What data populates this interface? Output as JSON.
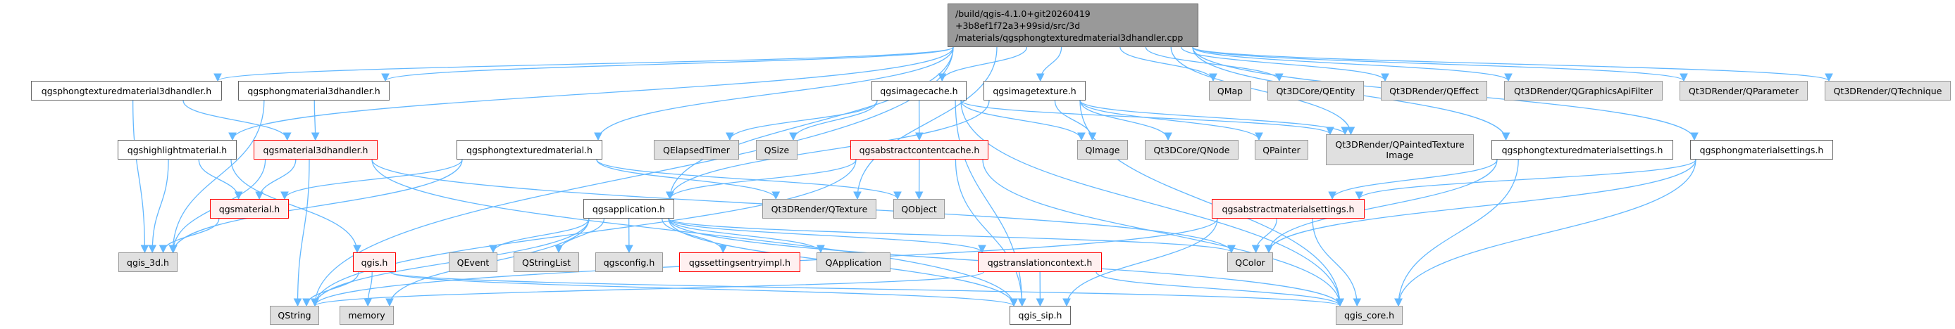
{
  "colors": {
    "edge": "#63b8ff",
    "root_fill": "#999999",
    "external_fill": "#e0e0e0",
    "documented_fill": "#ffffff",
    "incomplete_fill": "#fff0f0",
    "incomplete_border": "#ff0000"
  },
  "nodes": {
    "root": {
      "label": "/build/qgis-4.1.0+git20260419\n+3b8ef1f72a3+99sid/src/3d\n/materials/qgsphongtexturedmaterial3dhandler.cpp",
      "kind": "root"
    },
    "ptm3dh": {
      "label": "qgsphongtexturedmaterial3dhandler.h",
      "kind": "white"
    },
    "pm3dh": {
      "label": "qgsphongmaterial3dhandler.h",
      "kind": "white"
    },
    "imagecache": {
      "label": "qgsimagecache.h",
      "kind": "white"
    },
    "imagetexture": {
      "label": "qgsimagetexture.h",
      "kind": "white"
    },
    "qmap": {
      "label": "QMap",
      "kind": "gray"
    },
    "qentity": {
      "label": "Qt3DCore/QEntity",
      "kind": "gray"
    },
    "qeffect": {
      "label": "Qt3DRender/QEffect",
      "kind": "gray"
    },
    "qgfxfilter": {
      "label": "Qt3DRender/QGraphicsApiFilter",
      "kind": "gray"
    },
    "qparameter": {
      "label": "Qt3DRender/QParameter",
      "kind": "gray"
    },
    "qtechnique": {
      "label": "Qt3DRender/QTechnique",
      "kind": "gray"
    },
    "highlight": {
      "label": "qgshighlightmaterial.h",
      "kind": "white"
    },
    "material3dh": {
      "label": "qgsmaterial3dhandler.h",
      "kind": "red"
    },
    "ptmaterial": {
      "label": "qgsphongtexturedmaterial.h",
      "kind": "white"
    },
    "qelapsed": {
      "label": "QElapsedTimer",
      "kind": "gray"
    },
    "qsize": {
      "label": "QSize",
      "kind": "gray"
    },
    "abscontentcache": {
      "label": "qgsabstractcontentcache.h",
      "kind": "red"
    },
    "qimage": {
      "label": "QImage",
      "kind": "gray"
    },
    "qnode": {
      "label": "Qt3DCore/QNode",
      "kind": "gray"
    },
    "qpainter": {
      "label": "QPainter",
      "kind": "gray"
    },
    "qpainted": {
      "label": "Qt3DRender/QPaintedTexture\nImage",
      "kind": "gray"
    },
    "ptmsettings": {
      "label": "qgsphongtexturedmaterialsettings.h",
      "kind": "white"
    },
    "pmsettings": {
      "label": "qgsphongmaterialsettings.h",
      "kind": "white"
    },
    "material": {
      "label": "qgsmaterial.h",
      "kind": "red"
    },
    "application": {
      "label": "qgsapplication.h",
      "kind": "white"
    },
    "qtexture": {
      "label": "Qt3DRender/QTexture",
      "kind": "gray"
    },
    "qobject": {
      "label": "QObject",
      "kind": "gray"
    },
    "absmatsettings": {
      "label": "qgsabstractmaterialsettings.h",
      "kind": "red"
    },
    "qgis3d": {
      "label": "qgis_3d.h",
      "kind": "gray"
    },
    "qgis": {
      "label": "qgis.h",
      "kind": "red"
    },
    "qevent": {
      "label": "QEvent",
      "kind": "gray"
    },
    "qstringlist": {
      "label": "QStringList",
      "kind": "gray"
    },
    "qgsconfig": {
      "label": "qgsconfig.h",
      "kind": "gray"
    },
    "settingsentry": {
      "label": "qgssettingsentryimpl.h",
      "kind": "red"
    },
    "qapplication": {
      "label": "QApplication",
      "kind": "gray"
    },
    "translation": {
      "label": "qgstranslationcontext.h",
      "kind": "red"
    },
    "qcolor": {
      "label": "QColor",
      "kind": "gray"
    },
    "qstring": {
      "label": "QString",
      "kind": "gray"
    },
    "memory": {
      "label": "memory",
      "kind": "gray"
    },
    "qgissip": {
      "label": "qgis_sip.h",
      "kind": "white"
    },
    "qgiscore": {
      "label": "qgis_core.h",
      "kind": "gray"
    }
  },
  "edges": [
    [
      "root",
      "ptm3dh"
    ],
    [
      "root",
      "pm3dh"
    ],
    [
      "root",
      "highlight"
    ],
    [
      "root",
      "ptmaterial"
    ],
    [
      "root",
      "application"
    ],
    [
      "root",
      "imagecache"
    ],
    [
      "root",
      "imagetexture"
    ],
    [
      "root",
      "qmap"
    ],
    [
      "root",
      "qentity"
    ],
    [
      "root",
      "qeffect"
    ],
    [
      "root",
      "qgfxfilter"
    ],
    [
      "root",
      "qparameter"
    ],
    [
      "root",
      "qtechnique"
    ],
    [
      "root",
      "qpainted"
    ],
    [
      "root",
      "ptmsettings"
    ],
    [
      "root",
      "pmsettings"
    ],
    [
      "root",
      "qstring"
    ],
    [
      "root",
      "qtexture"
    ],
    [
      "ptm3dh",
      "qgis3d"
    ],
    [
      "ptm3dh",
      "material3dh"
    ],
    [
      "pm3dh",
      "qgis3d"
    ],
    [
      "pm3dh",
      "material3dh"
    ],
    [
      "highlight",
      "qgis3d"
    ],
    [
      "highlight",
      "material"
    ],
    [
      "highlight",
      "qgis"
    ],
    [
      "material3dh",
      "qgis3d"
    ],
    [
      "material3dh",
      "material"
    ],
    [
      "material3dh",
      "qstring"
    ],
    [
      "material3dh",
      "qgissip"
    ],
    [
      "material3dh",
      "qcolor"
    ],
    [
      "material",
      "qgis3d"
    ],
    [
      "ptmaterial",
      "qgis3d"
    ],
    [
      "ptmaterial",
      "material"
    ],
    [
      "ptmaterial",
      "qtexture"
    ],
    [
      "ptmaterial",
      "qobject"
    ],
    [
      "application",
      "qevent"
    ],
    [
      "application",
      "qstringlist"
    ],
    [
      "application",
      "qgsconfig"
    ],
    [
      "application",
      "settingsentry"
    ],
    [
      "application",
      "qapplication"
    ],
    [
      "application",
      "translation"
    ],
    [
      "application",
      "qcolor"
    ],
    [
      "application",
      "qgiscore"
    ],
    [
      "application",
      "qgissip"
    ],
    [
      "application",
      "qstring"
    ],
    [
      "application",
      "memory"
    ],
    [
      "qgis",
      "qstring"
    ],
    [
      "qgis",
      "memory"
    ],
    [
      "qgis",
      "qgissip"
    ],
    [
      "qgis",
      "qgiscore"
    ],
    [
      "imagecache",
      "qelapsed"
    ],
    [
      "imagecache",
      "qsize"
    ],
    [
      "imagecache",
      "abscontentcache"
    ],
    [
      "imagecache",
      "qimage"
    ],
    [
      "imagecache",
      "qgissip"
    ],
    [
      "imagecache",
      "qgiscore"
    ],
    [
      "imagecache",
      "qpainted"
    ],
    [
      "imagetexture",
      "qimage"
    ],
    [
      "imagetexture",
      "qnode"
    ],
    [
      "imagetexture",
      "qpainter"
    ],
    [
      "imagetexture",
      "qpainted"
    ],
    [
      "imagetexture",
      "application"
    ],
    [
      "imagetexture",
      "qgiscore"
    ],
    [
      "abscontentcache",
      "qobject"
    ],
    [
      "abscontentcache",
      "qgissip"
    ],
    [
      "abscontentcache",
      "qgiscore"
    ],
    [
      "abscontentcache",
      "application"
    ],
    [
      "abscontentcache",
      "qstring"
    ],
    [
      "absmatsettings",
      "qcolor"
    ],
    [
      "absmatsettings",
      "qgiscore"
    ],
    [
      "absmatsettings",
      "qgissip"
    ],
    [
      "absmatsettings",
      "qstring"
    ],
    [
      "translation",
      "qgissip"
    ],
    [
      "translation",
      "qgiscore"
    ],
    [
      "translation",
      "qstring"
    ],
    [
      "ptmsettings",
      "absmatsettings"
    ],
    [
      "ptmsettings",
      "qgiscore"
    ],
    [
      "ptmsettings",
      "qcolor"
    ],
    [
      "pmsettings",
      "absmatsettings"
    ],
    [
      "pmsettings",
      "qcolor"
    ],
    [
      "pmsettings",
      "qgiscore"
    ]
  ]
}
